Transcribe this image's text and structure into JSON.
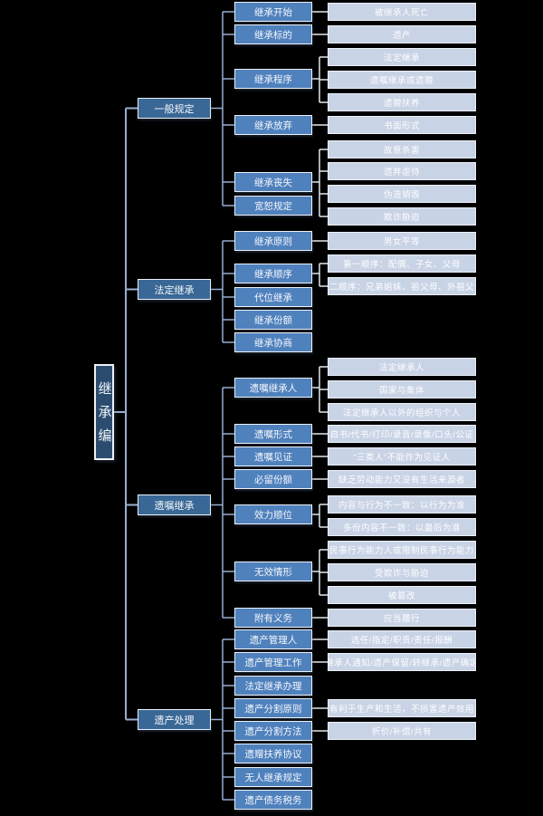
{
  "root": {
    "label": "继承编"
  },
  "colors": {
    "background": "#000000",
    "root_fill": "#2B4C6E",
    "level1_fill": "#3A6896",
    "level2_fill": "#4F81BD",
    "leaf_fill": "#C9D3E6",
    "box_border": "#EDF1F6",
    "tree_line": "#98AED3",
    "leaf_line": "#E3E8F0"
  },
  "sections": [
    {
      "label": "一般规定",
      "nodes": [
        {
          "label": "继承开始",
          "leaves": [
            "被继承人死亡"
          ]
        },
        {
          "label": "继承标的",
          "leaves": [
            "遗产"
          ]
        },
        {
          "label": "继承程序",
          "leaves": [
            "法定继承",
            "遗嘱继承或遗赠",
            "遗赠扶养"
          ]
        },
        {
          "label": "继承放弃",
          "leaves": [
            "书面形式"
          ]
        },
        {
          "label": "继承丧失",
          "leaves": [
            "故意杀害",
            "遗弃虐待",
            "伪造销毁",
            "欺诈胁迫"
          ]
        },
        {
          "label": "宽恕规定",
          "leaves": []
        }
      ]
    },
    {
      "label": "法定继承",
      "nodes": [
        {
          "label": "继承原则",
          "leaves": [
            "男女平等"
          ]
        },
        {
          "label": "继承顺序",
          "leaves": [
            "第一顺序：配偶、子女、父母",
            "第二顺序：兄弟姐妹、祖父母、外祖父母"
          ]
        },
        {
          "label": "代位继承",
          "leaves": []
        },
        {
          "label": "继承份额",
          "leaves": []
        },
        {
          "label": "继承协商",
          "leaves": []
        }
      ]
    },
    {
      "label": "遗嘱继承",
      "nodes": [
        {
          "label": "遗嘱继承人",
          "leaves": [
            "法定继承人",
            "国家与集体",
            "法定继承人以外的组织与个人"
          ]
        },
        {
          "label": "遗嘱形式",
          "leaves": [
            "自书/代书/打印/录音/录像/口头/公证"
          ]
        },
        {
          "label": "遗嘱见证",
          "leaves": [
            "“三类人”不能作为见证人"
          ]
        },
        {
          "label": "必留份额",
          "leaves": [
            "缺乏劳动能力又没有生活来源者"
          ]
        },
        {
          "label": "效力顺位",
          "leaves": [
            "内容与行为不一致：以行为为准",
            "多份内容不一致：以最后为准"
          ]
        },
        {
          "label": "无效情形",
          "leaves": [
            "无民事行为能力人或限制民事行为能力人",
            "受欺诈与胁迫",
            "被篡改"
          ]
        },
        {
          "label": "附有义务",
          "leaves": [
            "应当履行"
          ]
        }
      ]
    },
    {
      "label": "遗产处理",
      "nodes": [
        {
          "label": "遗产管理人",
          "leaves": [
            "选任/指定/职责/责任/报酬"
          ]
        },
        {
          "label": "遗产管理工作",
          "leaves": [
            "继承人通知/遗产保留/转继承/遗产确定"
          ]
        },
        {
          "label": "法定继承办理",
          "leaves": []
        },
        {
          "label": "遗产分割原则",
          "leaves": [
            "有利于生产和生活，不损害遗产效用"
          ]
        },
        {
          "label": "遗产分割方法",
          "leaves": [
            "折价/补偿/共有"
          ]
        },
        {
          "label": "遗赠扶养协议",
          "leaves": []
        },
        {
          "label": "无人继承规定",
          "leaves": []
        },
        {
          "label": "遗产债务税务",
          "leaves": []
        }
      ]
    }
  ]
}
